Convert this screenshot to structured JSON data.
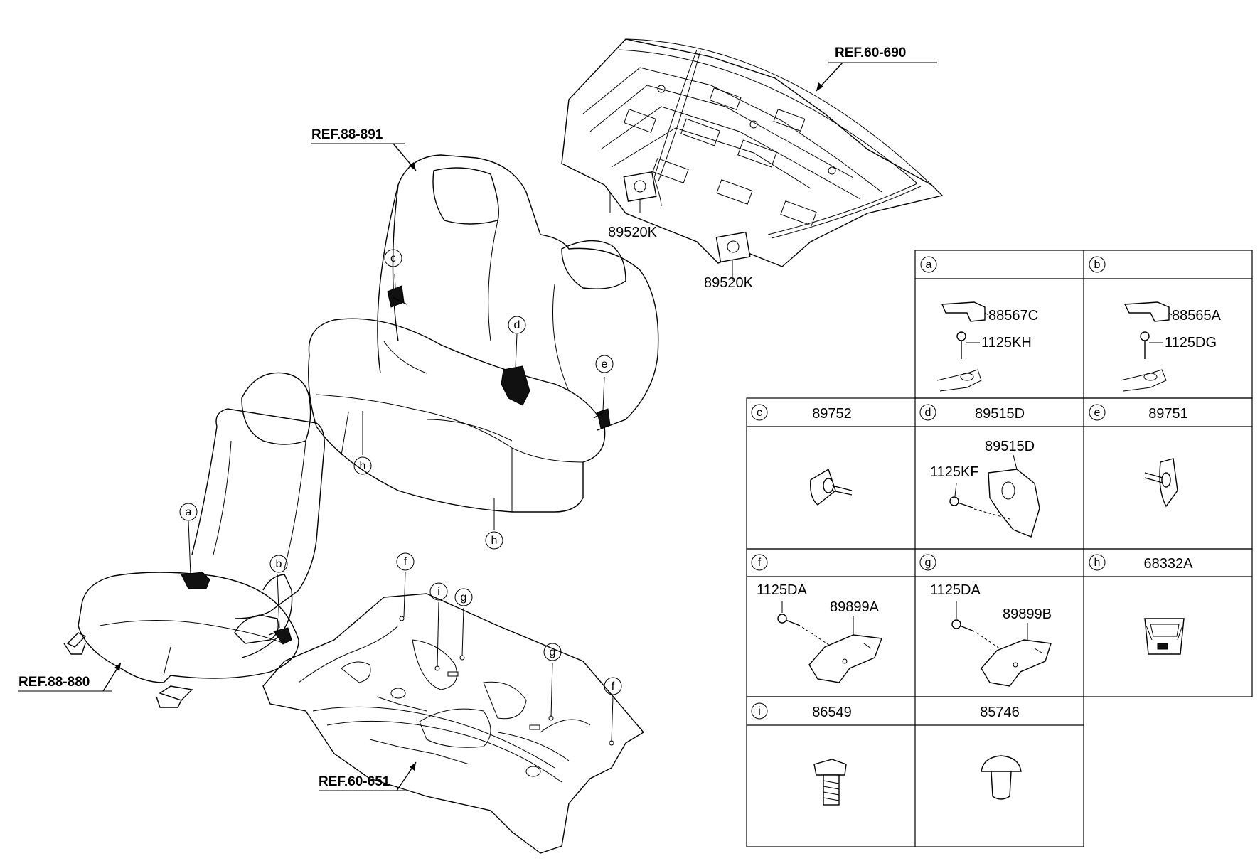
{
  "references": {
    "ref_60_690": "REF.60-690",
    "ref_88_891": "REF.88-891",
    "ref_88_880": "REF.88-880",
    "ref_60_651": "REF.60-651"
  },
  "callouts": {
    "parcel_left": "89520K",
    "parcel_right": "89520K"
  },
  "circle_labels": {
    "a": "a",
    "b": "b",
    "c": "c",
    "d": "d",
    "e": "e",
    "f": "f",
    "g": "g",
    "h": "h",
    "i": "i"
  },
  "table": {
    "a": {
      "key": "a",
      "title": "",
      "parts": [
        "88567C",
        "1125KH"
      ]
    },
    "b": {
      "key": "b",
      "title": "",
      "parts": [
        "88565A",
        "1125DG"
      ]
    },
    "c": {
      "key": "c",
      "title": "89752"
    },
    "d": {
      "key": "d",
      "title": "89515D",
      "parts": [
        "89515D",
        "1125KF"
      ]
    },
    "e": {
      "key": "e",
      "title": "89751"
    },
    "f": {
      "key": "f",
      "title": "",
      "parts": [
        "1125DA",
        "89899A"
      ]
    },
    "g": {
      "key": "g",
      "title": "",
      "parts": [
        "1125DA",
        "89899B"
      ]
    },
    "h": {
      "key": "h",
      "title": "68332A"
    },
    "i": {
      "key": "i",
      "title": "86549"
    },
    "j": {
      "key": "",
      "title": "85746"
    }
  }
}
